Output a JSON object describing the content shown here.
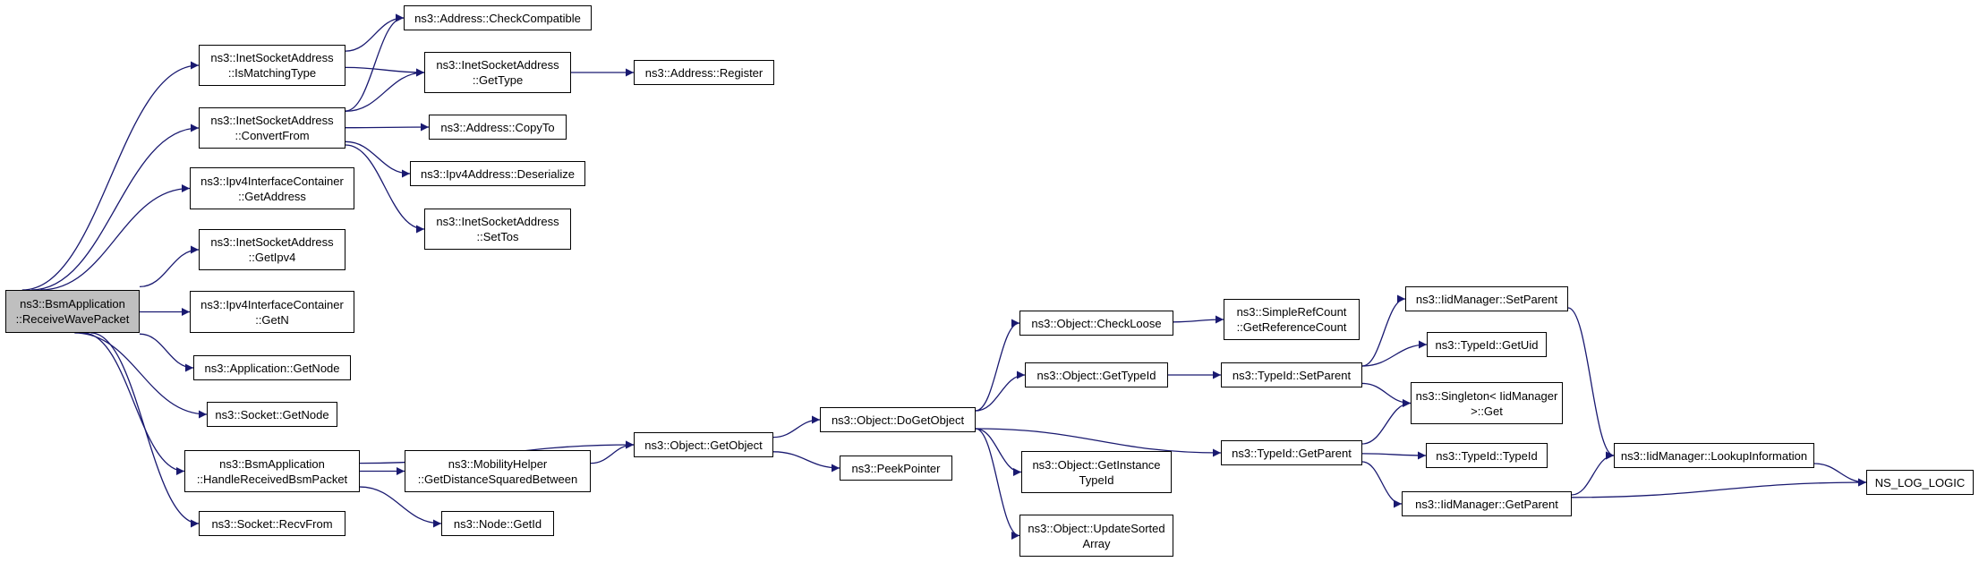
{
  "colors": {
    "edge": "#191970",
    "root_fill": "#bfbfbf",
    "node_border": "#000000",
    "node_fill": "#ffffff"
  },
  "nodes": {
    "receive_wave_packet": {
      "line1": "ns3::BsmApplication",
      "line2": "::ReceiveWavePacket"
    },
    "is_matching_type": {
      "line1": "ns3::InetSocketAddress",
      "line2": "::IsMatchingType"
    },
    "convert_from": {
      "line1": "ns3::InetSocketAddress",
      "line2": "::ConvertFrom"
    },
    "ipv4ic_get_address": {
      "line1": "ns3::Ipv4InterfaceContainer",
      "line2": "::GetAddress"
    },
    "get_ipv4": {
      "line1": "ns3::InetSocketAddress",
      "line2": "::GetIpv4"
    },
    "ipv4ic_get_n": {
      "line1": "ns3::Ipv4InterfaceContainer",
      "line2": "::GetN"
    },
    "app_get_node": {
      "line1": "ns3::Application::GetNode"
    },
    "socket_get_node": {
      "line1": "ns3::Socket::GetNode"
    },
    "handle_received_bsm": {
      "line1": "ns3::BsmApplication",
      "line2": "::HandleReceivedBsmPacket"
    },
    "recv_from": {
      "line1": "ns3::Socket::RecvFrom"
    },
    "check_compatible": {
      "line1": "ns3::Address::CheckCompatible"
    },
    "inet_get_type": {
      "line1": "ns3::InetSocketAddress",
      "line2": "::GetType"
    },
    "address_copy_to": {
      "line1": "ns3::Address::CopyTo"
    },
    "ipv4_deserialize": {
      "line1": "ns3::Ipv4Address::Deserialize"
    },
    "set_tos": {
      "line1": "ns3::InetSocketAddress",
      "line2": "::SetTos"
    },
    "address_register": {
      "line1": "ns3::Address::Register"
    },
    "mobility_distance": {
      "line1": "ns3::MobilityHelper",
      "line2": "::GetDistanceSquaredBetween"
    },
    "node_get_id": {
      "line1": "ns3::Node::GetId"
    },
    "object_get_object": {
      "line1": "ns3::Object::GetObject"
    },
    "do_get_object": {
      "line1": "ns3::Object::DoGetObject"
    },
    "peek_pointer": {
      "line1": "ns3::PeekPointer"
    },
    "check_loose": {
      "line1": "ns3::Object::CheckLoose"
    },
    "object_get_type_id": {
      "line1": "ns3::Object::GetTypeId"
    },
    "get_instance_type_id": {
      "line1": "ns3::Object::GetInstance",
      "line2": "TypeId"
    },
    "update_sorted_array": {
      "line1": "ns3::Object::UpdateSorted",
      "line2": "Array"
    },
    "get_reference_count": {
      "line1": "ns3::SimpleRefCount",
      "line2": "::GetReferenceCount"
    },
    "typeid_set_parent": {
      "line1": "ns3::TypeId::SetParent"
    },
    "typeid_get_parent": {
      "line1": "ns3::TypeId::GetParent"
    },
    "iid_set_parent": {
      "line1": "ns3::IidManager::SetParent"
    },
    "typeid_get_uid": {
      "line1": "ns3::TypeId::GetUid"
    },
    "singleton_get": {
      "line1": "ns3::Singleton< IidManager",
      "line2": " >::Get"
    },
    "typeid_typeid": {
      "line1": "ns3::TypeId::TypeId"
    },
    "iid_get_parent": {
      "line1": "ns3::IidManager::GetParent"
    },
    "lookup_information": {
      "line1": "ns3::IidManager::LookupInformation"
    },
    "ns_log_logic": {
      "line1": "NS_LOG_LOGIC"
    }
  },
  "edges": [
    [
      "receive_wave_packet",
      "is_matching_type"
    ],
    [
      "receive_wave_packet",
      "convert_from"
    ],
    [
      "receive_wave_packet",
      "ipv4ic_get_address"
    ],
    [
      "receive_wave_packet",
      "get_ipv4"
    ],
    [
      "receive_wave_packet",
      "ipv4ic_get_n"
    ],
    [
      "receive_wave_packet",
      "app_get_node"
    ],
    [
      "receive_wave_packet",
      "socket_get_node"
    ],
    [
      "receive_wave_packet",
      "handle_received_bsm"
    ],
    [
      "receive_wave_packet",
      "recv_from"
    ],
    [
      "is_matching_type",
      "check_compatible"
    ],
    [
      "is_matching_type",
      "inet_get_type"
    ],
    [
      "convert_from",
      "check_compatible"
    ],
    [
      "convert_from",
      "inet_get_type"
    ],
    [
      "convert_from",
      "address_copy_to"
    ],
    [
      "convert_from",
      "ipv4_deserialize"
    ],
    [
      "convert_from",
      "set_tos"
    ],
    [
      "inet_get_type",
      "address_register"
    ],
    [
      "handle_received_bsm",
      "object_get_object"
    ],
    [
      "handle_received_bsm",
      "mobility_distance"
    ],
    [
      "handle_received_bsm",
      "node_get_id"
    ],
    [
      "mobility_distance",
      "object_get_object"
    ],
    [
      "object_get_object",
      "do_get_object"
    ],
    [
      "object_get_object",
      "peek_pointer"
    ],
    [
      "do_get_object",
      "check_loose"
    ],
    [
      "do_get_object",
      "object_get_type_id"
    ],
    [
      "do_get_object",
      "get_instance_type_id"
    ],
    [
      "do_get_object",
      "update_sorted_array"
    ],
    [
      "do_get_object",
      "typeid_get_parent"
    ],
    [
      "check_loose",
      "get_reference_count"
    ],
    [
      "object_get_type_id",
      "typeid_set_parent"
    ],
    [
      "typeid_set_parent",
      "iid_set_parent"
    ],
    [
      "typeid_set_parent",
      "typeid_get_uid"
    ],
    [
      "typeid_set_parent",
      "singleton_get"
    ],
    [
      "typeid_get_parent",
      "singleton_get"
    ],
    [
      "typeid_get_parent",
      "typeid_typeid"
    ],
    [
      "typeid_get_parent",
      "iid_get_parent"
    ],
    [
      "iid_set_parent",
      "lookup_information"
    ],
    [
      "iid_get_parent",
      "lookup_information"
    ],
    [
      "iid_get_parent",
      "ns_log_logic"
    ],
    [
      "lookup_information",
      "ns_log_logic"
    ]
  ]
}
